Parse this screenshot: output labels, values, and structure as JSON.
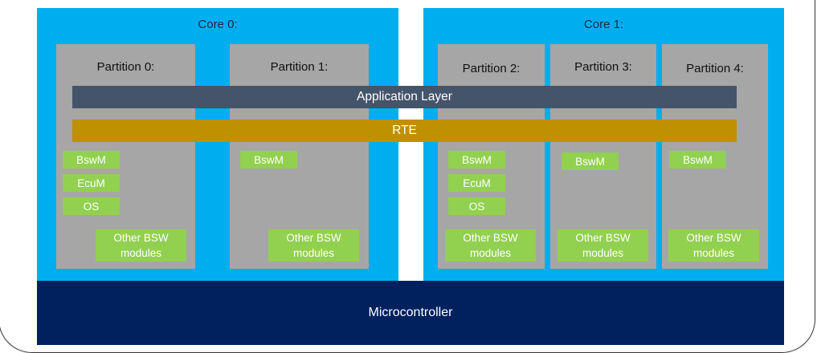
{
  "cores": [
    {
      "label": "Core 0:"
    },
    {
      "label": "Core 1:"
    }
  ],
  "partitions": [
    {
      "label": "Partition 0:"
    },
    {
      "label": "Partition 1:"
    },
    {
      "label": "Partition 2:"
    },
    {
      "label": "Partition 3:"
    },
    {
      "label": "Partition 4:"
    }
  ],
  "layers": {
    "application": "Application Layer",
    "rte": "RTE",
    "microcontroller": "Microcontroller"
  },
  "modules": {
    "bswm": "BswM",
    "ecum": "EcuM",
    "os": "OS",
    "other_bsw": "Other BSW modules"
  },
  "colors": {
    "core": "#00aeef",
    "partition": "#a6a6a6",
    "application_layer": "#44546a",
    "rte": "#bf9000",
    "module": "#92d050",
    "microcontroller": "#00215e"
  }
}
